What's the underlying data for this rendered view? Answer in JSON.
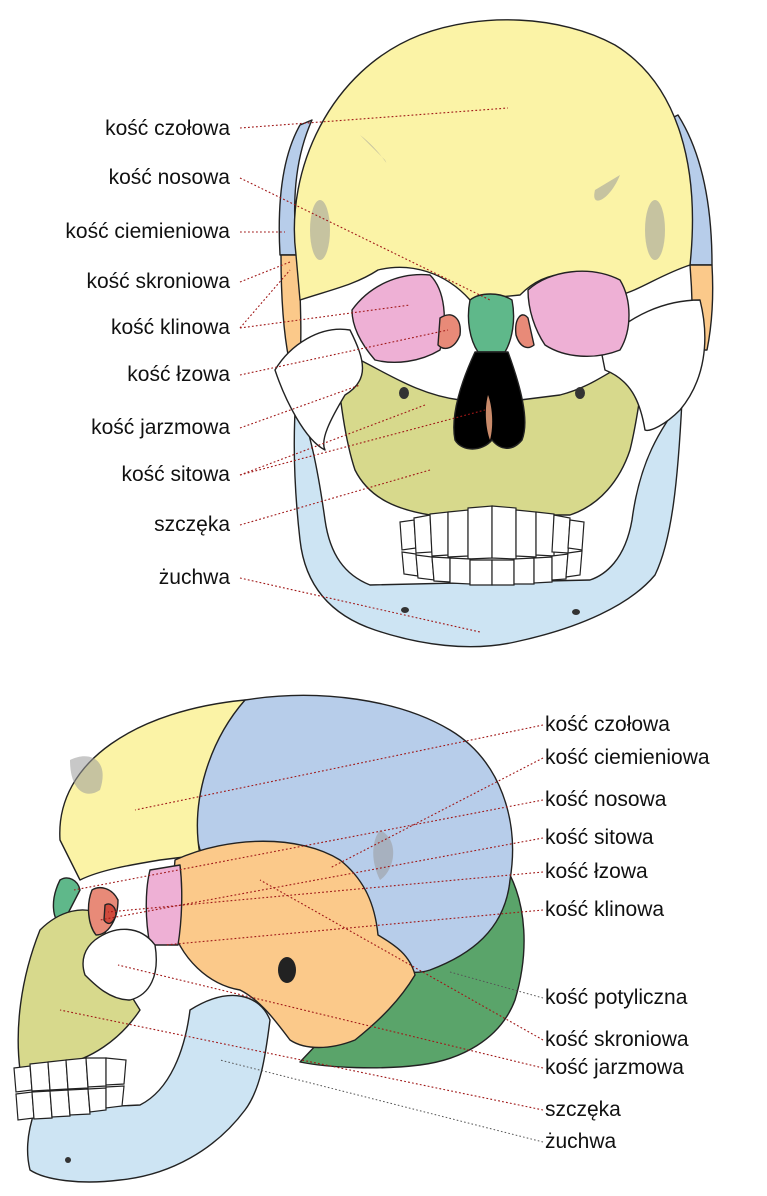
{
  "front_view": {
    "labels": [
      "kość czołowa",
      "kość nosowa",
      "kość ciemieniowa",
      "kość skroniowa",
      "kość klinowa",
      "kość łzowa",
      "kość jarzmowa",
      "kość sitowa",
      "szczęka",
      "żuchwa"
    ]
  },
  "side_view": {
    "labels": [
      "kość czołowa",
      "kość ciemieniowa",
      "kość nosowa",
      "kość sitowa",
      "kość łzowa",
      "kość klinowa",
      "kość potyliczna",
      "kość skroniowa",
      "kość jarzmowa",
      "szczęka",
      "żuchwa"
    ]
  },
  "colors": {
    "frontal": "#fbf3a6",
    "parietal": "#b7cdea",
    "temporal": "#fbc98a",
    "sphenoid": "#eeb0d5",
    "nasal": "#5fb88a",
    "zygomatic": "#ffffff",
    "maxilla": "#d7d98c",
    "mandible": "#cde4f3",
    "occipital": "#5aa46a",
    "lacrimal": "#e88a78",
    "leader_lines": "#a01818"
  }
}
